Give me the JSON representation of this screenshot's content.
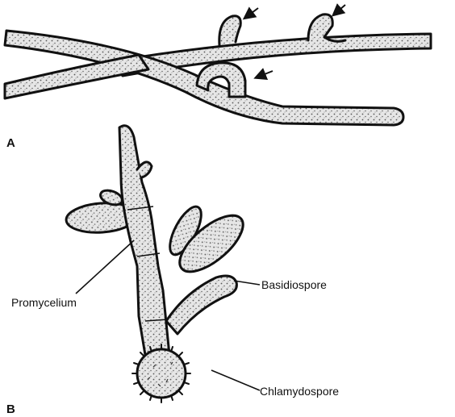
{
  "panels": {
    "a": {
      "label": "A"
    },
    "b": {
      "label": "B",
      "labels": {
        "basidiospore": "Basidiospore",
        "promycelium": "Promycelium",
        "chlamydospore": "Chlamydospore"
      }
    }
  },
  "colors": {
    "ink": "#111111",
    "paper": "#ffffff"
  }
}
